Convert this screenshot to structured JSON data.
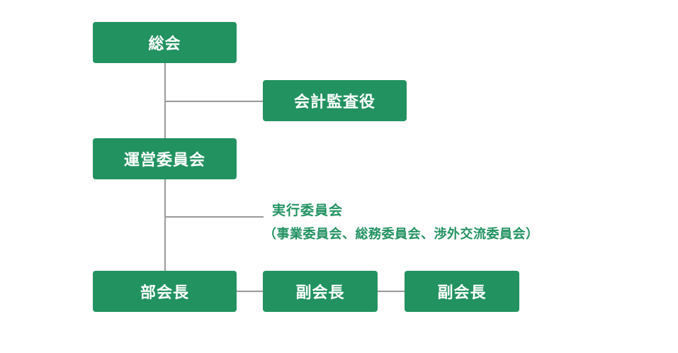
{
  "nodes": {
    "general_meeting": "総会",
    "auditor": "会計監査役",
    "steering_committee": "運営委員会",
    "director": "部会長",
    "vice_director_1": "副会長",
    "vice_director_2": "副会長"
  },
  "executive_committee": {
    "title": "実行委員会",
    "members": "（事業委員会、総務委員会、渉外交流委員会）"
  },
  "colors": {
    "box_fill": "#229261",
    "box_text": "#ffffff",
    "connector": "#9a9a9a",
    "note_text": "#229261"
  }
}
